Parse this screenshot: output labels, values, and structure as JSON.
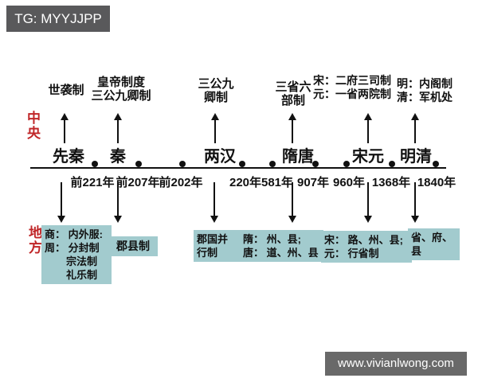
{
  "badges": {
    "top_left": "TG: MYYJJPP",
    "bottom_right": "www.vivianlwong.com"
  },
  "colors": {
    "accent_red": "#c02628",
    "box_teal": "#a2cbce",
    "badge_dark": "#59595b",
    "badge_gray": "#696969",
    "ink": "#111111"
  },
  "row_labels": {
    "central": "中央",
    "local": "地方"
  },
  "central_institutions": [
    {
      "lines": [
        "世袭制"
      ]
    },
    {
      "lines": [
        "皇帝制度",
        "三公九卿制"
      ]
    },
    {
      "lines": [
        "三公九",
        "卿制"
      ]
    },
    {
      "lines": [
        "三省六",
        "部制"
      ]
    },
    {
      "lines": [
        "宋：二府三司制",
        "元：一省两院制"
      ]
    },
    {
      "lines": [
        "明：内阁制",
        "清：军机处"
      ]
    }
  ],
  "timeline": {
    "dynasties": [
      "先秦",
      "秦",
      "两汉",
      "隋唐",
      "宋元",
      "明清"
    ],
    "dates": [
      "前221年",
      "前207年",
      "前202年",
      "220年",
      "581年",
      "907年",
      "960年",
      "1368年",
      "1840年"
    ]
  },
  "local_institutions": [
    {
      "lines": [
        "商： 内外服:",
        "周： 分封制",
        "宗法制",
        "礼乐制"
      ]
    },
    {
      "lines": [
        "郡县制"
      ]
    },
    {
      "lines": [
        "郡国并",
        "行制"
      ]
    },
    {
      "lines": [
        "隋： 州、县;",
        "唐： 道、州、县"
      ]
    },
    {
      "lines": [
        "宋： 路、州、县;",
        "元： 行省制"
      ]
    },
    {
      "lines": [
        "省、府、",
        "县"
      ]
    }
  ]
}
